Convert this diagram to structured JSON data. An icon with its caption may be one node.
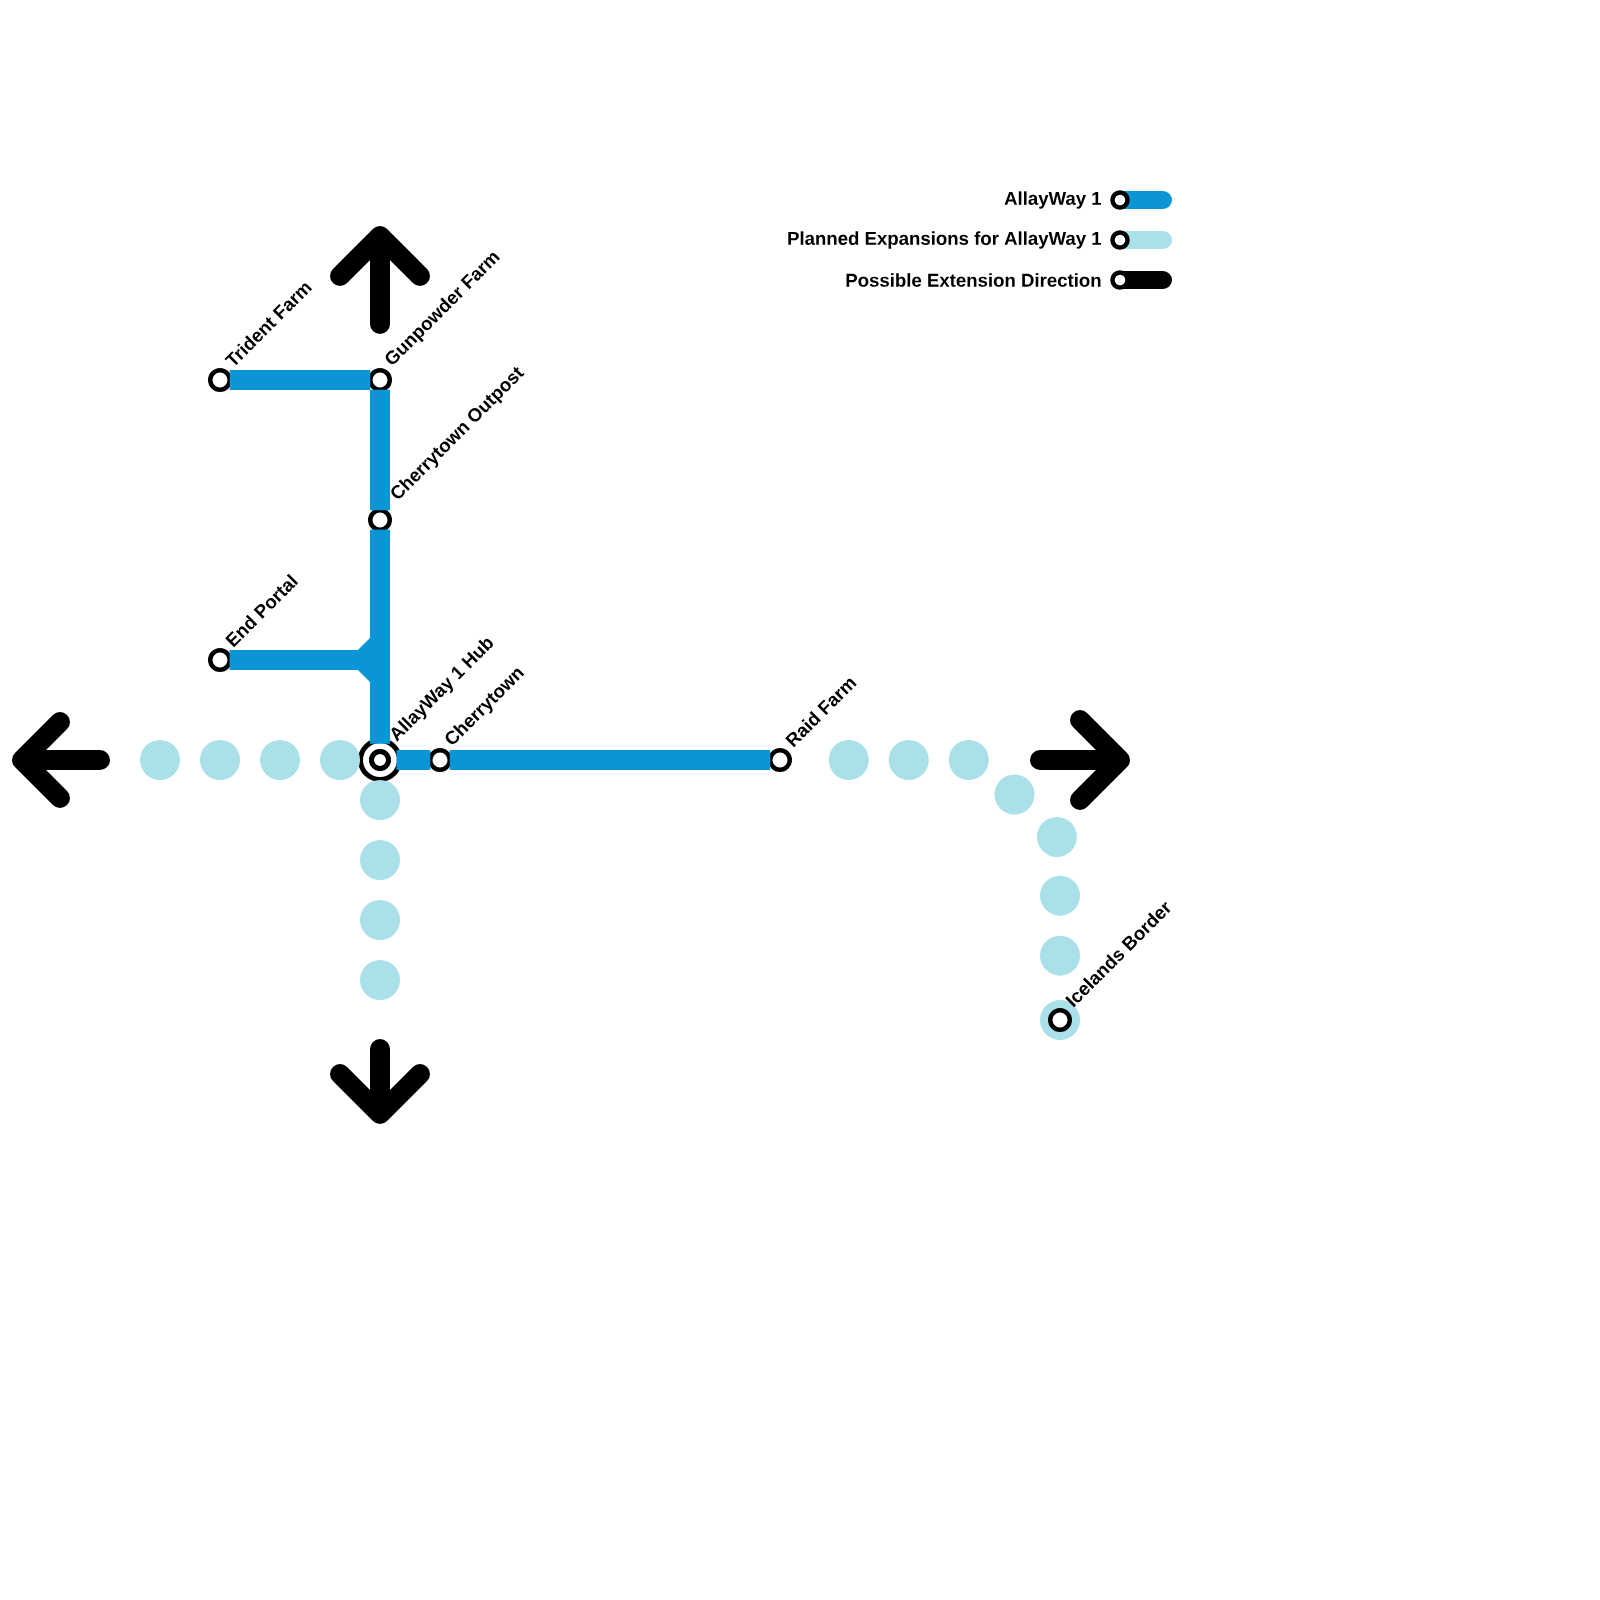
{
  "diagram": {
    "nodes": [
      {
        "text": [
          "Trident Farm"
        ]
      },
      {
        "text": [
          "Gunpowder Farm"
        ]
      },
      {
        "text": [
          "Cherrytown Outpost"
        ]
      },
      {
        "text": [
          "End Portal"
        ]
      },
      {
        "text": [
          "AllayWay 1 Hub"
        ]
      },
      {
        "text": [
          "Cherrytown"
        ]
      },
      {
        "text": [
          "Raid Farm"
        ]
      },
      {
        "text": [
          "Icelands Border"
        ]
      }
    ],
    "edges": [
      {
        "from": 0,
        "to": 1,
        "arrow": "none"
      },
      {
        "from": 1,
        "to": 2,
        "arrow": "none"
      },
      {
        "from": 2,
        "to": 4,
        "arrow": "none"
      },
      {
        "from": 3,
        "to": 2,
        "arrow": "none"
      },
      {
        "from": 3,
        "to": 4,
        "arrow": "none"
      },
      {
        "from": 4,
        "to": 5,
        "arrow": "none"
      },
      {
        "from": 5,
        "to": 6,
        "arrow": "none"
      },
      {
        "from": 6,
        "to": 7,
        "arrow": "none",
        "style": "dashed",
        "color": "#aae0e8"
      },
      {
        "from": 4,
        "to": null,
        "arrow": "none",
        "style": "dashed",
        "color": "#aae0e8"
      },
      {
        "from": 4,
        "to": null,
        "arrow": "none",
        "style": "dashed",
        "color": "#aae0e8"
      }
    ],
    "legend": [
      {
        "text": "AllayWay 1",
        "color": "#0a96d6"
      },
      {
        "text": "Planned Expansions for AllayWay 1",
        "color": "#aae0e8"
      },
      {
        "text": "Possible Extension Direction",
        "color": "#000000"
      }
    ]
  }
}
